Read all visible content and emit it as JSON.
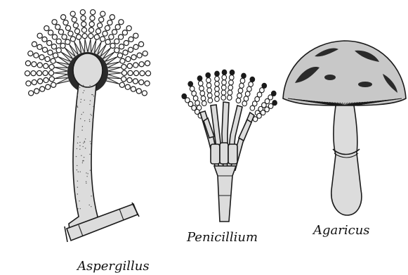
{
  "labels": {
    "aspergillus": "Aspergillus",
    "penicillium": "Penicillium",
    "agaricus": "Agaricus"
  },
  "colors": {
    "ink": "#1a1a1a",
    "hypha_fill": "#dcdcdc",
    "cap_fill": "#c8c8c8",
    "background": "#ffffff"
  }
}
